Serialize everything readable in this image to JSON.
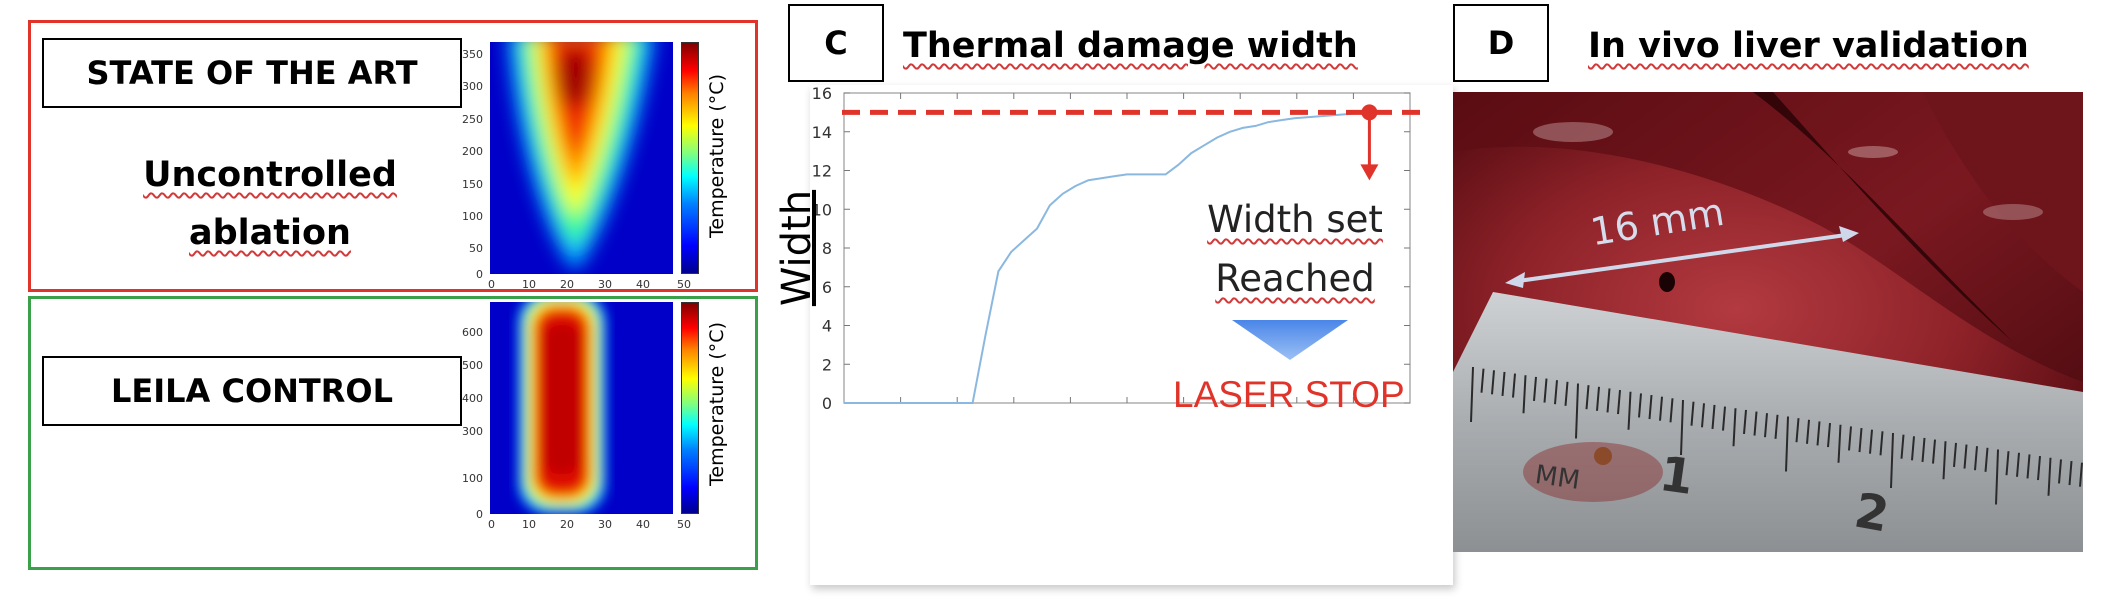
{
  "panel_a": {
    "title": "STATE OF THE ART",
    "subtitle_line1": "Uncontrolled",
    "subtitle_line2": "ablation",
    "y_ticks": [
      "350",
      "300",
      "250",
      "200",
      "150",
      "100",
      "50",
      "0"
    ],
    "x_ticks": [
      "0",
      "10",
      "20",
      "30",
      "40"
    ],
    "colorbar_label": "Temperature (°C)",
    "colorbar_min": "50",
    "border_color": "#e0342b"
  },
  "panel_b": {
    "title": "LEILA CONTROL",
    "y_ticks": [
      "600",
      "500",
      "400",
      "300",
      "200",
      "100",
      "0"
    ],
    "x_ticks": [
      "0",
      "10",
      "20",
      "30",
      "40"
    ],
    "colorbar_label": "Temperature (°C)",
    "colorbar_min": "50",
    "border_color": "#3aa04a"
  },
  "panel_c": {
    "letter": "C",
    "heading": "Thermal damage width",
    "annotation_line1": "Width set",
    "annotation_line2": "Reached",
    "laser_stop": "LASER STOP",
    "accent_color": "#e0342b",
    "line_color": "#8ab8e0"
  },
  "panel_d": {
    "letter": "D",
    "heading": "In vivo liver validation",
    "measurement": "16 mm",
    "ruler_unit": "MM",
    "ruler_num1": "1",
    "ruler_num2": "2"
  },
  "chart_data": {
    "type": "line",
    "title": "",
    "xlabel": "",
    "ylabel": "Width",
    "ylim": [
      0,
      16
    ],
    "yticks": [
      0,
      2,
      4,
      6,
      8,
      10,
      12,
      14,
      16
    ],
    "grid": false,
    "threshold": 15,
    "x": [
      0,
      1,
      2,
      3,
      4,
      5,
      6,
      7,
      8,
      9,
      10,
      11,
      12,
      13,
      14,
      15,
      16,
      17,
      18,
      19,
      20,
      21,
      22,
      23,
      24,
      25,
      26,
      27,
      28,
      29,
      30,
      31,
      32,
      33,
      34,
      35,
      36,
      37,
      38,
      39,
      40,
      41
    ],
    "series": [
      {
        "values": [
          0,
          0,
          0,
          0,
          0,
          0,
          0,
          0,
          0,
          0,
          0,
          3.5,
          6.8,
          7.8,
          8.4,
          9.0,
          10.2,
          10.8,
          11.2,
          11.5,
          11.6,
          11.7,
          11.8,
          11.8,
          11.8,
          11.8,
          12.3,
          12.9,
          13.3,
          13.7,
          14.0,
          14.2,
          14.3,
          14.5,
          14.6,
          14.7,
          14.75,
          14.8,
          14.85,
          14.9,
          14.95,
          15.0
        ]
      }
    ]
  }
}
